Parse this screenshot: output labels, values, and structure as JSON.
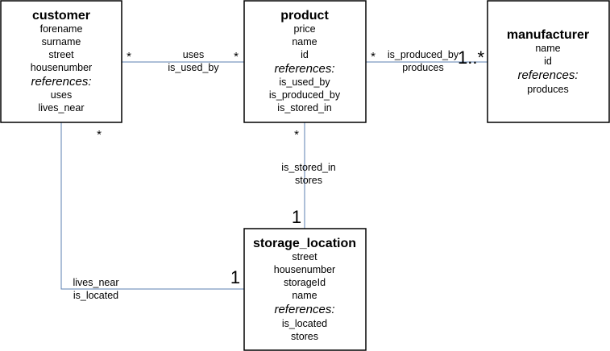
{
  "entities": {
    "customer": {
      "title": "customer",
      "attributes": [
        "forename",
        "surname",
        "street",
        "housenumber"
      ],
      "references_label": "references:",
      "references": [
        "uses",
        "lives_near"
      ]
    },
    "product": {
      "title": "product",
      "attributes": [
        "price",
        "name",
        "id"
      ],
      "references_label": "references:",
      "references": [
        "is_used_by",
        "is_produced_by",
        "is_stored_in"
      ]
    },
    "manufacturer": {
      "title": "manufacturer",
      "attributes": [
        "name",
        "id"
      ],
      "references_label": "references:",
      "references": [
        "produces"
      ]
    },
    "storage_location": {
      "title": "storage_location",
      "attributes": [
        "street",
        "housenumber",
        "storageId",
        "name"
      ],
      "references_label": "references:",
      "references": [
        "is_located",
        "stores"
      ]
    }
  },
  "relations": {
    "customer_product": {
      "label_a": "uses",
      "label_b": "is_used_by",
      "mult_customer": "*",
      "mult_product": "*"
    },
    "product_manufacturer": {
      "label_a": "is_produced_by",
      "label_b": "produces",
      "mult_product": "*",
      "mult_manufacturer": "1..*"
    },
    "product_storage": {
      "label_a": "is_stored_in",
      "label_b": "stores",
      "mult_product": "*",
      "mult_storage": "1"
    },
    "customer_storage": {
      "label_a": "lives_near",
      "label_b": "is_located",
      "mult_customer": "*",
      "mult_storage": "1"
    }
  }
}
